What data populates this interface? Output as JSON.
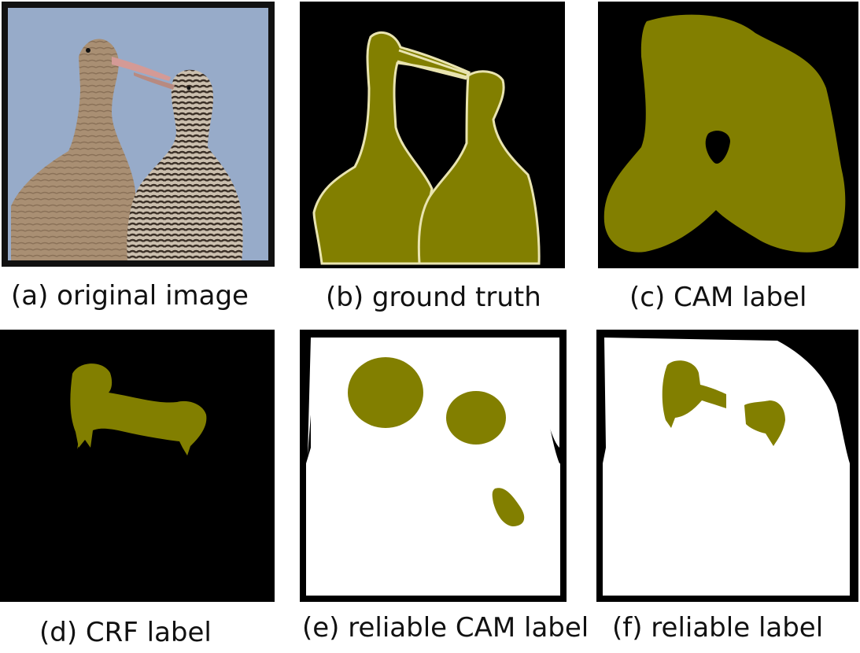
{
  "figure": {
    "captions": {
      "a": "(a) original image",
      "b": "(b) ground truth",
      "c": "(c) CAM label",
      "d": "(d) CRF label",
      "e": "(e) reliable CAM label",
      "f": "(f) reliable label"
    },
    "colors": {
      "mask": "#827f00",
      "background": "#000000",
      "ignore": "#ffffff",
      "boundary": "#e9e4b0",
      "sky": "#97abc9"
    }
  }
}
